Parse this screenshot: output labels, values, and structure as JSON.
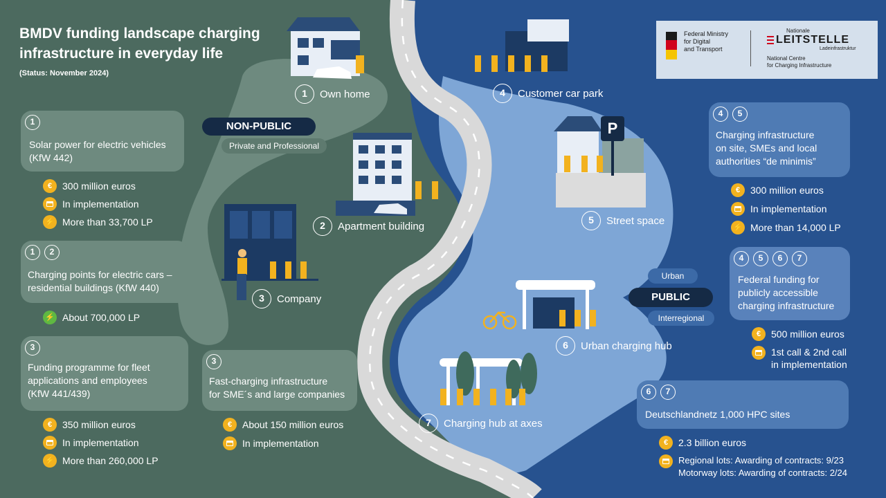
{
  "header": {
    "title": "BMDV funding landscape charging infrastructure in everyday life",
    "status": "(Status: November 2024)"
  },
  "logo": {
    "ministry": [
      "Federal Ministry",
      "for Digital",
      "and Transport"
    ],
    "nationale": "Nationale",
    "leitstelle": "LEITSTELLE",
    "ladeinfra": "Ladeinfrastruktur",
    "centre": [
      "National Centre",
      "for Charging Infrastructure"
    ]
  },
  "zones": {
    "non_public": "NON-PUBLIC",
    "non_public_sub": "Private and Professional",
    "public": "PUBLIC",
    "urban": "Urban",
    "interregional": "Interregional"
  },
  "locations": [
    {
      "n": "1",
      "label": "Own home"
    },
    {
      "n": "2",
      "label": "Apartment building"
    },
    {
      "n": "3",
      "label": "Company"
    },
    {
      "n": "4",
      "label": "Customer car park"
    },
    {
      "n": "5",
      "label": "Street space"
    },
    {
      "n": "6",
      "label": "Urban charging hub"
    },
    {
      "n": "7",
      "label": "Charging hub at axes"
    }
  ],
  "programmes": {
    "solar": {
      "nums": [
        "1"
      ],
      "lines": [
        "Solar power for electric vehicles",
        "(KfW 442)"
      ],
      "facts": [
        "300 million euros",
        "In implementation",
        "More than 33,700 LP"
      ]
    },
    "residential": {
      "nums": [
        "1",
        "2"
      ],
      "lines": [
        "Charging points for electric cars –",
        "residential buildings (KfW 440)"
      ],
      "facts": [
        "About 700,000 LP"
      ]
    },
    "fleet": {
      "nums": [
        "3"
      ],
      "lines": [
        "Funding programme for fleet",
        "applications and employees",
        "(KfW 441/439)"
      ],
      "facts": [
        "350 million euros",
        "In implementation",
        "More than 260,000 LP"
      ]
    },
    "fastcharge": {
      "nums": [
        "3"
      ],
      "lines": [
        "Fast-charging infrastructure",
        "for SME´s and large companies"
      ],
      "facts": [
        "About 150 million euros",
        "In implementation"
      ]
    },
    "onsite": {
      "nums": [
        "4",
        "5"
      ],
      "lines": [
        "Charging infrastructure",
        "on site, SMEs and local",
        "authorities “de minimis”"
      ],
      "facts": [
        "300 million euros",
        "In implementation",
        "More than 14,000 LP"
      ]
    },
    "federal": {
      "nums": [
        "4",
        "5",
        "6",
        "7"
      ],
      "lines": [
        "Federal funding for",
        "publicly accessible",
        "charging infrastructure"
      ],
      "facts": [
        "500 million euros",
        "1st call & 2nd call",
        "in implementation"
      ]
    },
    "deutschlandnetz": {
      "nums": [
        "6",
        "7"
      ],
      "lines": [
        "Deutschlandnetz 1,000 HPC sites"
      ],
      "facts": [
        "2.3 billion euros",
        "Regional lots: Awarding of contracts: 9/23",
        "Motorway lots: Awarding of contracts: 2/24"
      ]
    }
  },
  "parking_sign": "P",
  "colors": {
    "green_bg": "#4c6a5f",
    "green_card": "#6e8a7f",
    "blue_bg": "#27528f",
    "blue_light": "#7ea6d6",
    "accent_yellow": "#f2b21f",
    "accent_green": "#5fb842",
    "navy": "#152a45"
  }
}
